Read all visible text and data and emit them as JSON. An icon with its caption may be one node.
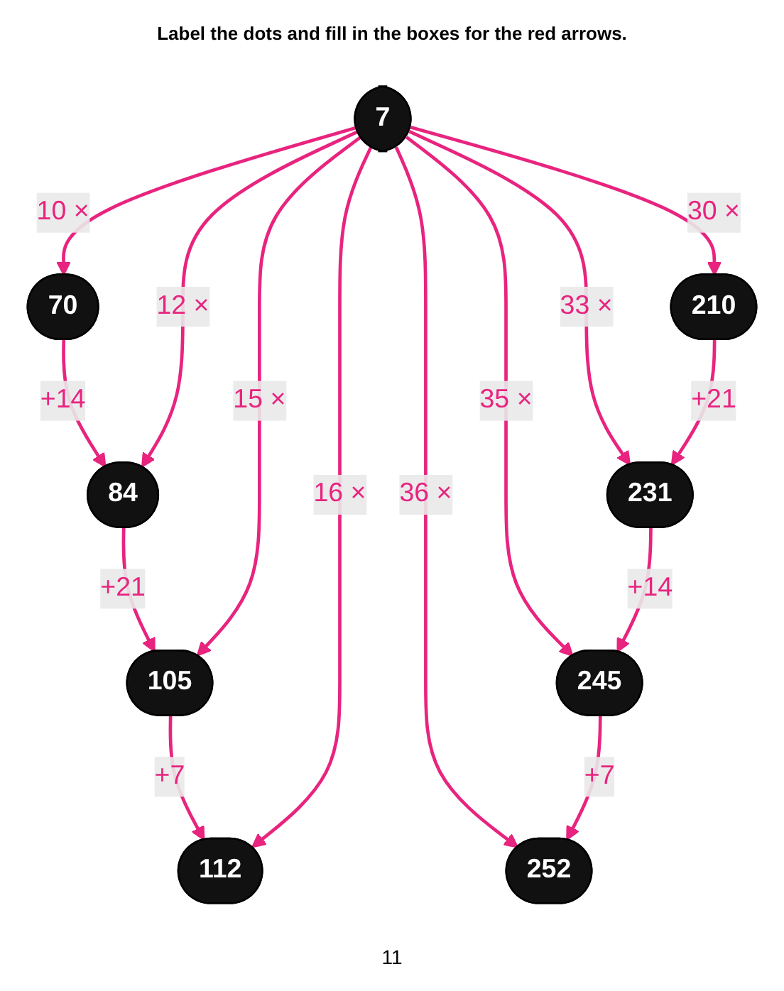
{
  "diagram": {
    "title": "Label the dots and fill in the boxes for the red arrows.",
    "nodes": [
      {
        "text": [
          "84"
        ]
      },
      {
        "text": [
          "105"
        ]
      },
      {
        "text": [
          "70"
        ]
      },
      {
        "text": [
          "112"
        ]
      },
      {
        "text": [
          "7"
        ]
      },
      {
        "text": [
          "210"
        ]
      },
      {
        "text": [
          "252"
        ]
      },
      {
        "text": [
          "231"
        ]
      },
      {
        "text": [
          "245"
        ]
      }
    ],
    "edges": [
      {
        "from": 2,
        "to": 0,
        "arrow": "to",
        "label": "+14"
      },
      {
        "from": 0,
        "to": 1,
        "arrow": "to",
        "label": "+21"
      },
      {
        "from": 1,
        "to": 3,
        "arrow": "to",
        "label": "+7"
      },
      {
        "from": 4,
        "to": 2,
        "arrow": "to",
        "label": "10 ×"
      },
      {
        "from": 4,
        "to": 0,
        "arrow": "to",
        "label": "12 ×"
      },
      {
        "from": 4,
        "to": 1,
        "arrow": "to",
        "label": "15 ×"
      },
      {
        "from": 4,
        "to": 3,
        "arrow": "to",
        "label": "16 ×"
      },
      {
        "from": 4,
        "to": 5,
        "arrow": "to",
        "label": "30 ×"
      },
      {
        "from": 4,
        "to": 7,
        "arrow": "to",
        "label": "33 ×"
      },
      {
        "from": 4,
        "to": 8,
        "arrow": "to",
        "label": "35 ×"
      },
      {
        "from": 4,
        "to": 6,
        "arrow": "to",
        "label": "36 ×"
      },
      {
        "from": 5,
        "to": 7,
        "arrow": "to",
        "label": "+21"
      },
      {
        "from": 7,
        "to": 8,
        "arrow": "to",
        "label": "+14"
      },
      {
        "from": 8,
        "to": 6,
        "arrow": "to",
        "label": "+7"
      }
    ],
    "labels": [
      "11"
    ]
  }
}
